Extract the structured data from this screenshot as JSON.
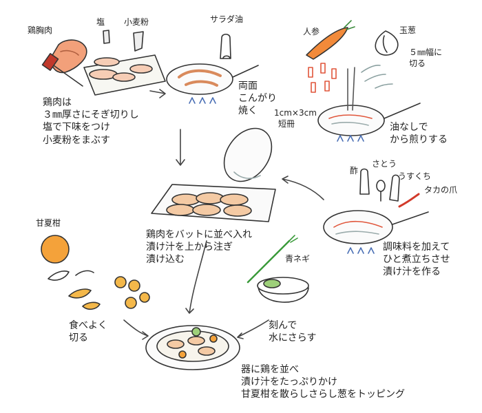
{
  "labels": {
    "chicken_breast": "鶏胸肉",
    "salt": "塩",
    "flour": "小麦粉",
    "salad_oil": "サラダ油",
    "carrot": "人参",
    "onion": "玉葱",
    "onion_cut": [
      "５㎜幅に",
      "切る"
    ],
    "carrot_cut": [
      "1cm×3cm",
      "短冊"
    ],
    "vinegar": "酢",
    "sugar": "さとう",
    "light_soy": "うすくち",
    "chili": "タカの爪",
    "amanatsu": "甘夏柑",
    "green_onion": "青ネギ"
  },
  "steps": {
    "prep_chicken": [
      "鶏肉は",
      "３㎜厚さにそぎ切りし",
      "塩で下味をつけ",
      "小麦粉をまぶす"
    ],
    "fry_chicken": [
      "両面",
      "こんがり",
      "焼く"
    ],
    "dry_fry": [
      "油なしで",
      "から煎りする"
    ],
    "marinade": [
      "調味料を加えて",
      "ひと煮立ちさせ",
      "漬け汁を作る"
    ],
    "marinate": [
      "鶏肉をバットに並べ入れ",
      "漬け汁を上から注ぎ",
      "漬け込む"
    ],
    "cut_citrus": [
      "食べよく",
      "切る"
    ],
    "soak_onion": [
      "刻んで",
      "水にさらす"
    ],
    "serve": [
      "器に鶏を並べ",
      "漬け汁をたっぷりかけ",
      "甘夏柑を散らしさらし葱をトッピング"
    ]
  }
}
